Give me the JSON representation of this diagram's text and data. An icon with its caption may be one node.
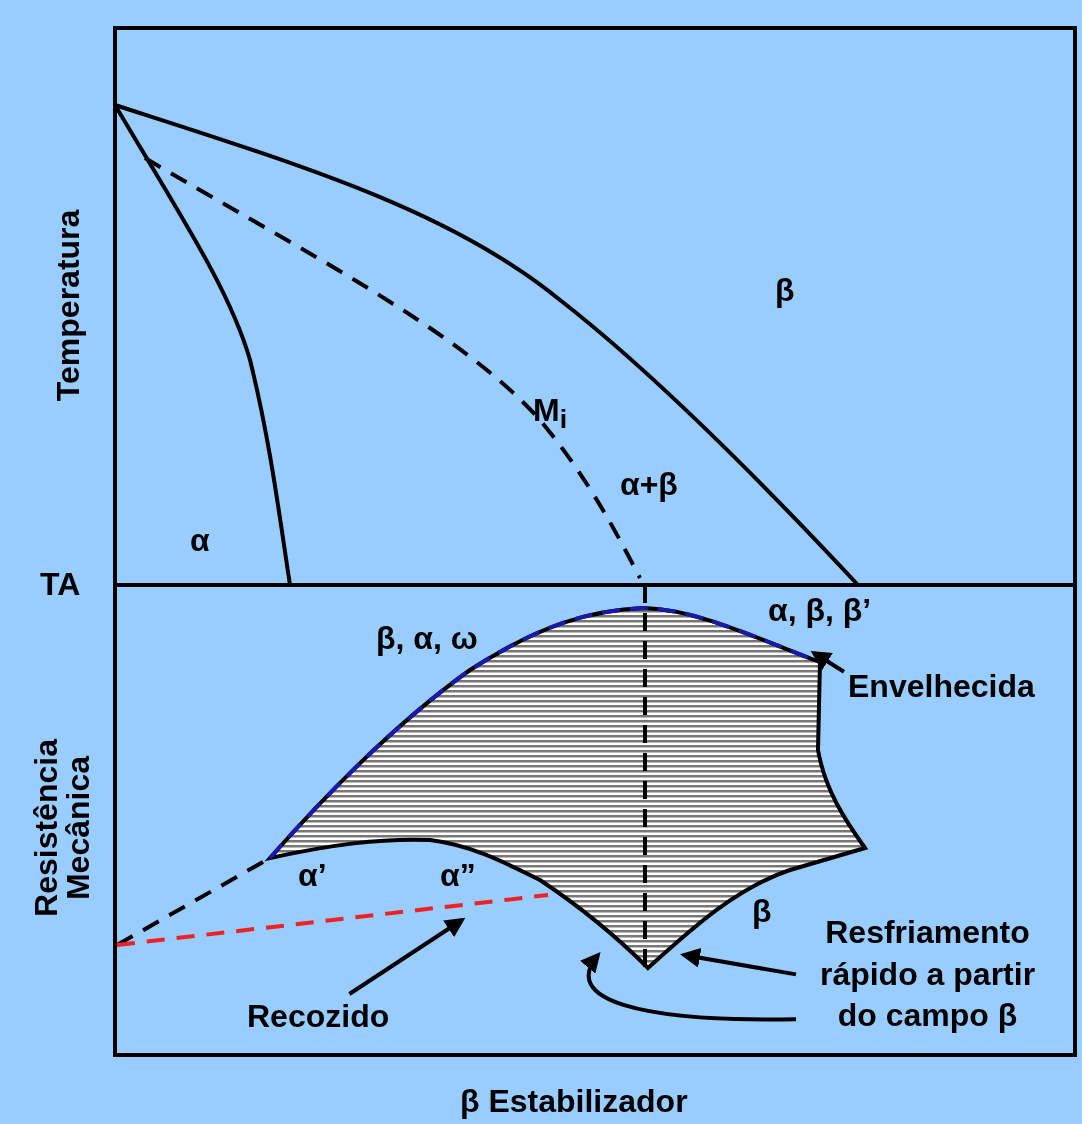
{
  "diagram": {
    "nodes": [
      {
        "text": [
          "Envelhecida"
        ]
      },
      {
        "text": [
          "Recozido"
        ]
      },
      {
        "text": [
          "Resfriamento rápido a partir do campo β"
        ]
      }
    ],
    "edges": [
      {
        "from": 0,
        "to": null,
        "arrow": "to"
      },
      {
        "from": 1,
        "to": null,
        "arrow": "to"
      },
      {
        "from": 2,
        "to": null,
        "arrow": "to"
      },
      {
        "from": 2,
        "to": null,
        "arrow": "to"
      }
    ],
    "labels": [
      "Temperatura",
      "TA",
      "β",
      "M$_{i}$",
      "α+β",
      "α",
      "Resistência Mecânica",
      "β, α, ω",
      "α, β, β’",
      "α’",
      "α”",
      "β",
      "β Estabilizador"
    ]
  }
}
